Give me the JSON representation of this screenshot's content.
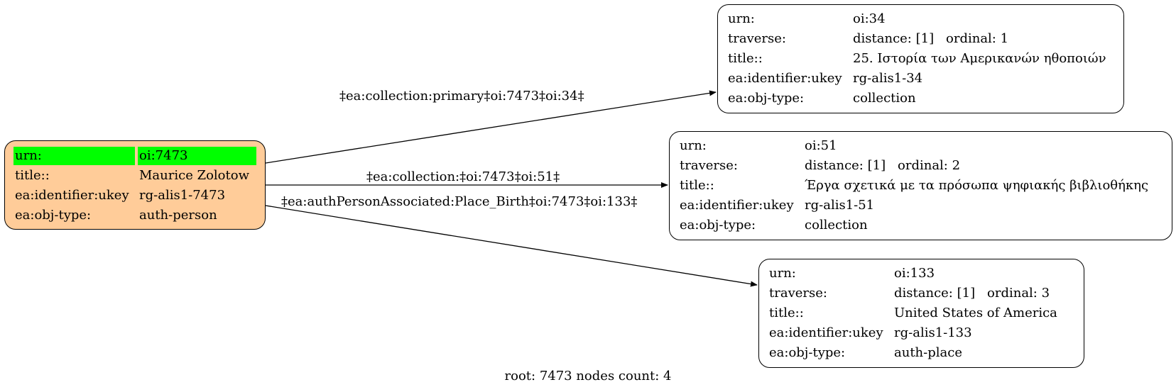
{
  "root_node": {
    "rows": [
      {
        "label": "urn:",
        "value": "oi:7473"
      },
      {
        "label": "title::",
        "value": "Maurice Zolotow"
      },
      {
        "label": "ea:identifier:ukey",
        "value": "rg-alis1-7473"
      },
      {
        "label": "ea:obj-type:",
        "value": "auth-person"
      }
    ],
    "highlight_color": "#00ff00",
    "fill_color": "#ffcc99"
  },
  "nodes": [
    {
      "urn": {
        "label": "urn:",
        "value": "oi:34"
      },
      "traverse": {
        "label": "traverse:",
        "distance": "distance: [1]",
        "ordinal": "ordinal: 1"
      },
      "title": {
        "label": "title::",
        "value": "25. Ιστορία των Αμερικανών ηθοποιών"
      },
      "ukey": {
        "label": "ea:identifier:ukey",
        "value": "rg-alis1-34"
      },
      "objtype": {
        "label": "ea:obj-type:",
        "value": "collection"
      }
    },
    {
      "urn": {
        "label": "urn:",
        "value": "oi:51"
      },
      "traverse": {
        "label": "traverse:",
        "distance": "distance: [1]",
        "ordinal": "ordinal: 2"
      },
      "title": {
        "label": "title::",
        "value": "Έργα σχετικά με τα πρόσωπα ψηφιακής βιβλιοθήκης"
      },
      "ukey": {
        "label": "ea:identifier:ukey",
        "value": "rg-alis1-51"
      },
      "objtype": {
        "label": "ea:obj-type:",
        "value": "collection"
      }
    },
    {
      "urn": {
        "label": "urn:",
        "value": "oi:133"
      },
      "traverse": {
        "label": "traverse:",
        "distance": "distance: [1]",
        "ordinal": "ordinal: 3"
      },
      "title": {
        "label": "title::",
        "value": "United States of America"
      },
      "ukey": {
        "label": "ea:identifier:ukey",
        "value": "rg-alis1-133"
      },
      "objtype": {
        "label": "ea:obj-type:",
        "value": "auth-place"
      }
    }
  ],
  "edges": [
    {
      "label": "‡ea:collection:primary‡oi:7473‡oi:34‡"
    },
    {
      "label": "‡ea:collection:‡oi:7473‡oi:51‡"
    },
    {
      "label": "‡ea:authPersonAssociated:Place_Birth‡oi:7473‡oi:133‡"
    }
  ],
  "footer": "root: 7473 nodes count: 4"
}
